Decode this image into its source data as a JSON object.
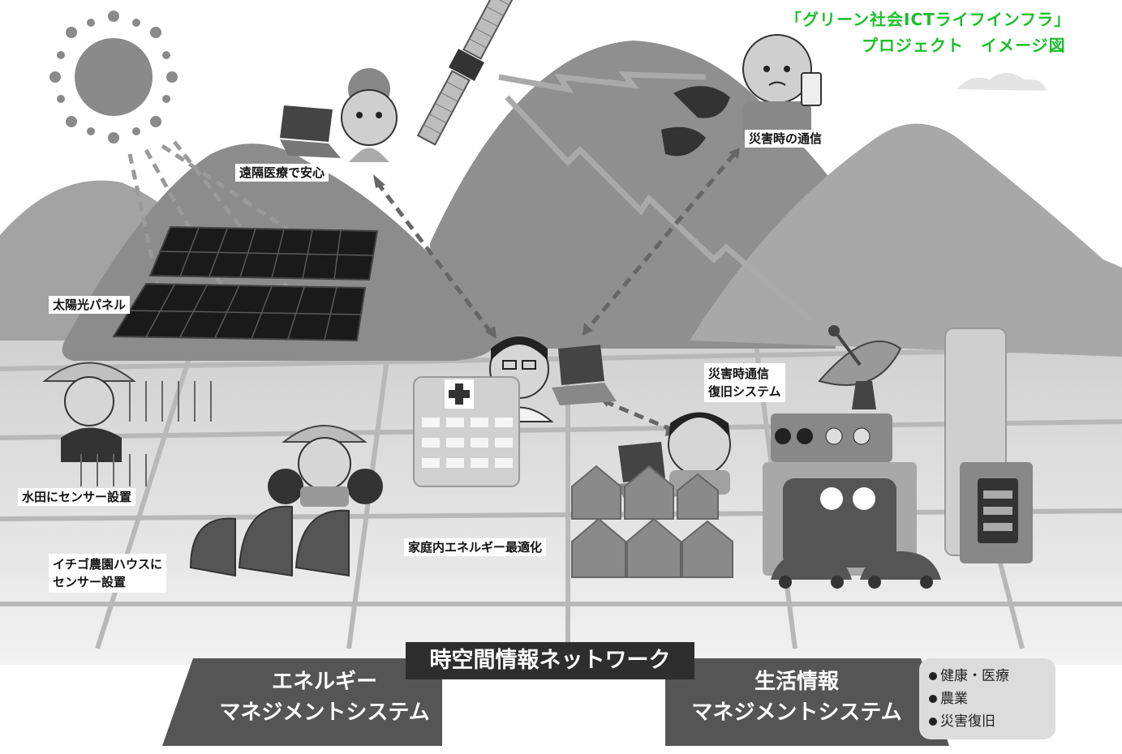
{
  "title": {
    "line1": "「グリーン社会ICTライフインフラ」",
    "line2": "プロジェクト　イメージ図"
  },
  "labels": {
    "remote_medical": "遠隔医療で安心",
    "disaster_comm": "災害時の通信",
    "solar_panel": "太陽光パネル",
    "disaster_recovery_line1": "災害時通信",
    "disaster_recovery_line2": "復旧システム",
    "paddy_sensor": "水田にセンサー設置",
    "strawberry_line1": "イチゴ農園ハウスに",
    "strawberry_line2": "センサー設置",
    "home_energy": "家庭内エネルギー最適化"
  },
  "bottom": {
    "network_title": "時空間情報ネットワーク",
    "energy_line1": "エネルギー",
    "energy_line2": "マネジメントシステム",
    "life_line1": "生活情報",
    "life_line2": "マネジメントシステム"
  },
  "legend": [
    "健康・医療",
    "農業",
    "災害復旧"
  ],
  "colors": {
    "title_green": "#1bbf2a",
    "panel_dark": "#2e2e2e",
    "mountain": "#9a9a9a",
    "grid": "#b8b8b8"
  }
}
